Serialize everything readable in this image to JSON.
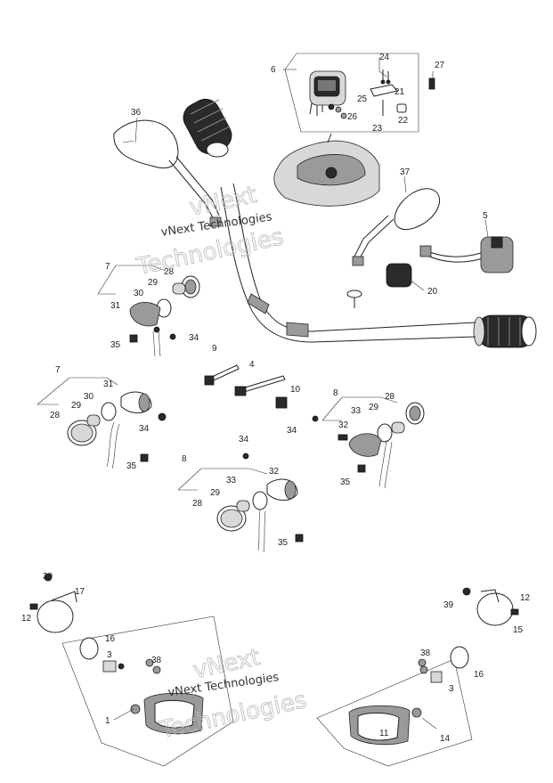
{
  "diagram": {
    "callouts": {
      "c6": "6",
      "c24": "24",
      "c27": "27",
      "c21": "21",
      "c25": "25",
      "c22": "22",
      "c26": "26",
      "c23": "23",
      "c36": "36",
      "c37": "37",
      "c5": "5",
      "c20": "20",
      "c7a": "7",
      "c28a": "28",
      "c29a": "29",
      "c30a": "30",
      "c31a": "31",
      "c35a": "35",
      "c34a": "34",
      "c9": "9",
      "c4": "4",
      "c10": "10",
      "c7b": "7",
      "c31b": "31",
      "c30b": "30",
      "c29b": "29",
      "c28b": "28",
      "c34b": "34",
      "c35b": "35",
      "c8a": "8",
      "c28c": "28",
      "c33a": "33",
      "c29c": "29",
      "c34c": "34",
      "c32a": "32",
      "c35c": "35",
      "c34d": "34",
      "c8b": "8",
      "c32b": "32",
      "c33b": "33",
      "c29d": "29",
      "c28d": "28",
      "c35d": "35",
      "c39a": "39",
      "c17": "17",
      "c12a": "12",
      "c16a": "16",
      "c3a": "3",
      "c38a": "38",
      "c1": "1",
      "c39b": "39",
      "c12b": "12",
      "c15": "15",
      "c38b": "38",
      "c16b": "16",
      "c3b": "3",
      "c11": "11",
      "c14": "14"
    },
    "watermark": {
      "line_top": "vNext",
      "line_mid": "vNext Technologies",
      "line_bottom": "Technologies"
    }
  }
}
